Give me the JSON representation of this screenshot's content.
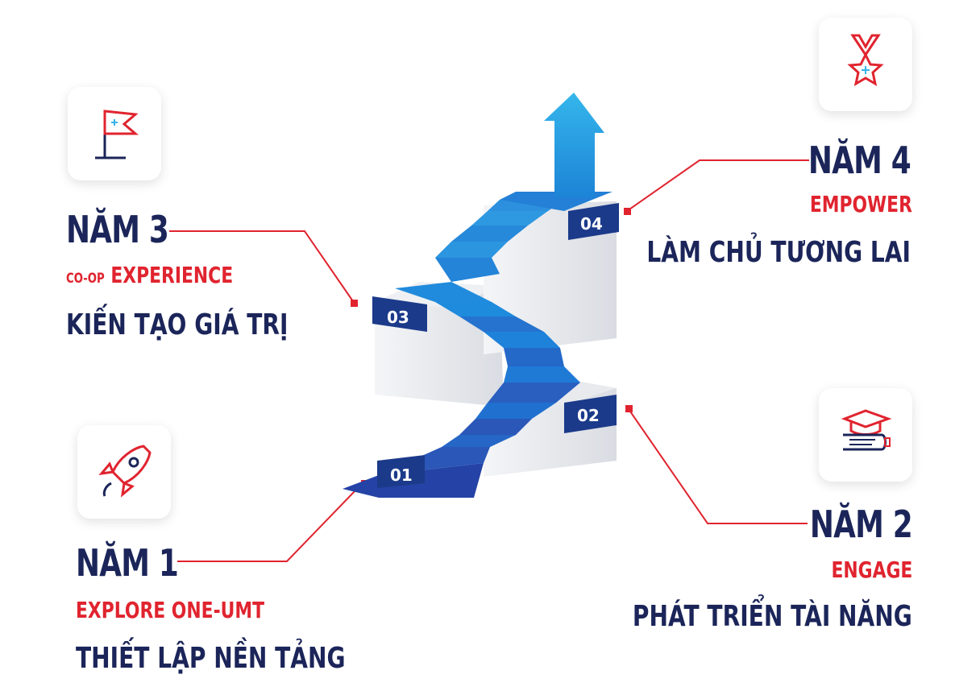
{
  "steps": [
    "01",
    "02",
    "03",
    "04"
  ],
  "year1": {
    "title": "NĂM 1",
    "tag": "EXPLORE ONE-UMT",
    "slogan": "THIẾT LẬP NỀN TẢNG",
    "icon": "rocket-icon"
  },
  "year2": {
    "title": "NĂM 2",
    "tag": "ENGAGE",
    "slogan": "PHÁT TRIỂN TÀI NĂNG",
    "icon": "graduation-book-icon"
  },
  "year3": {
    "title": "NĂM 3",
    "tag_prefix": "CO-OP",
    "tag": "EXPERIENCE",
    "slogan": "KIẾN TẠO GIÁ TRỊ",
    "icon": "flag-icon"
  },
  "year4": {
    "title": "NĂM 4",
    "tag": "EMPOWER",
    "slogan": "LÀM CHỦ TƯƠNG LAI",
    "icon": "medal-icon"
  },
  "colors": {
    "navy": "#1b2559",
    "red": "#e0242f",
    "blue": "#1f6fd0",
    "sky": "#35b3ea"
  }
}
